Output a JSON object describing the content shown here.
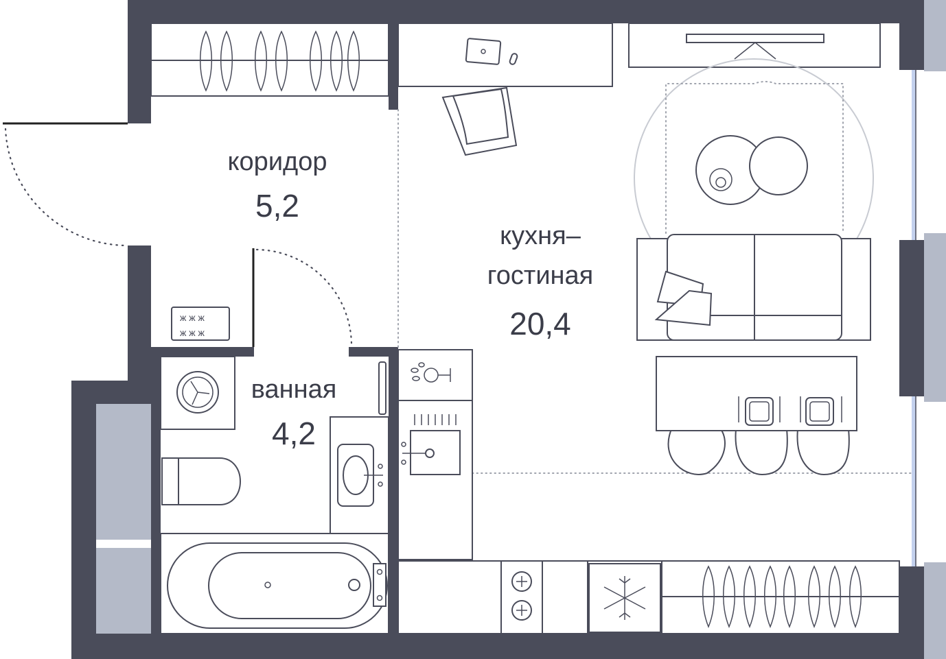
{
  "rooms": {
    "corridor": {
      "name": "коридор",
      "area": "5,2"
    },
    "kitchen_living": {
      "name_line1": "кухня–",
      "name_line2": "гостиная",
      "area": "20,4"
    },
    "bathroom": {
      "name": "ванная",
      "area": "4,2"
    }
  },
  "colors": {
    "wall": "#4a4c5a",
    "window_frame": "#b4bac8",
    "glass": "#c4d1ee",
    "text": "#3b3d49"
  }
}
